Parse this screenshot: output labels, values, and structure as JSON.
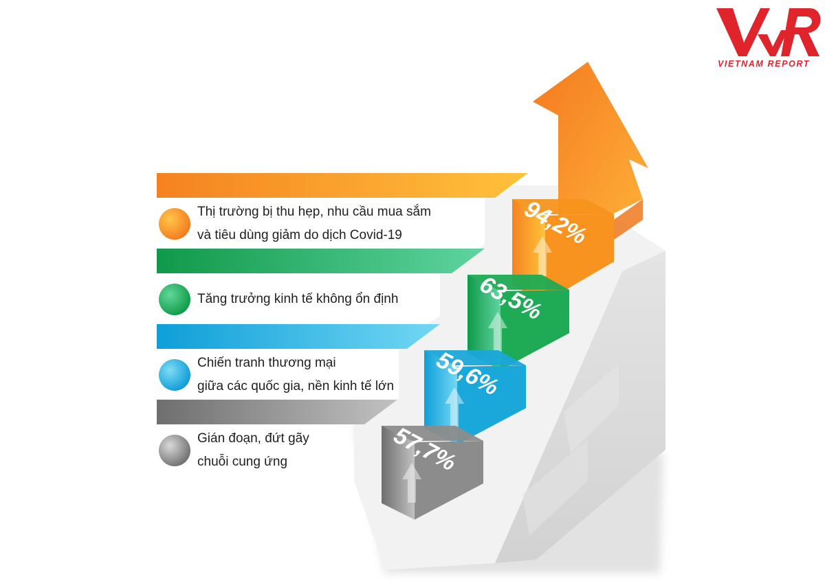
{
  "brand": {
    "logo_text": "VNR",
    "subtitle": "VIETNAM REPORT",
    "color": "#e0242b"
  },
  "chart_data": {
    "type": "bar",
    "title": "",
    "xlabel": "",
    "ylabel": "",
    "unit": "%",
    "ylim": [
      0,
      100
    ],
    "categories": [
      [
        "Thị trường bị thu hẹp, nhu cầu mua sắm",
        "và tiêu dùng giảm do dịch Covid-19"
      ],
      [
        "Tăng trưởng kinh tế không ổn định"
      ],
      [
        "Chiến tranh thương mại",
        "giữa các quốc gia, nền kinh tế lớn"
      ],
      [
        "Gián đoạn, đứt gãy",
        "chuỗi cung ứng"
      ]
    ],
    "values": [
      94.2,
      63.5,
      59.6,
      57.7
    ],
    "value_labels": [
      "94,2%",
      "63,5%",
      "59,6%",
      "57,7%"
    ],
    "colors": [
      "#f7931e",
      "#1faa55",
      "#1aa7d9",
      "#8c8c8c"
    ],
    "grid": false,
    "legend": "left"
  }
}
